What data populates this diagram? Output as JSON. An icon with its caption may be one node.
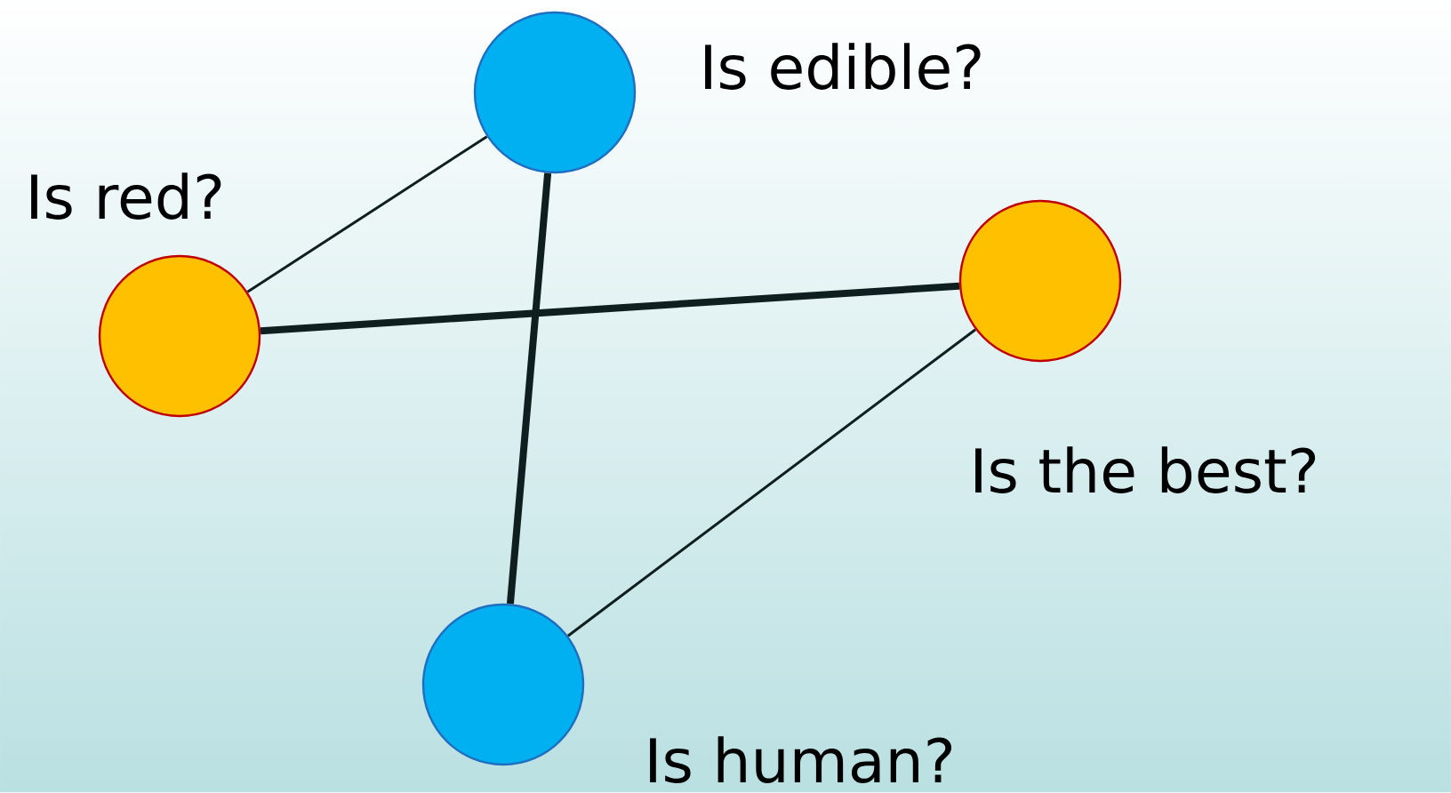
{
  "diagram": {
    "nodes": [
      {
        "text": [],
        "shape": "circle",
        "beside": [
          "Is edible?"
        ]
      },
      {
        "text": [],
        "shape": "circle",
        "beside": [
          "Is red?"
        ]
      },
      {
        "text": [],
        "shape": "circle",
        "beside": [
          "Is the best?"
        ]
      },
      {
        "text": [],
        "shape": "circle",
        "beside": [
          "Is human?"
        ]
      }
    ],
    "edges": [
      {
        "from": 1,
        "to": 0,
        "arrow": "none"
      },
      {
        "from": 1,
        "to": 2,
        "arrow": "none",
        "style": "thick"
      },
      {
        "from": 0,
        "to": 3,
        "arrow": "none",
        "style": "thick"
      },
      {
        "from": 2,
        "to": 3,
        "arrow": "none"
      }
    ]
  }
}
